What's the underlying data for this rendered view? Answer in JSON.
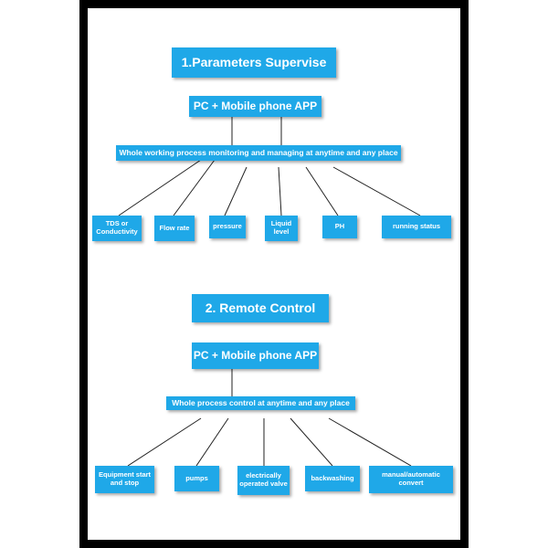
{
  "section1": {
    "title": "1.Parameters Supervise",
    "app": "PC  + Mobile phone APP",
    "bar": "Whole working process monitoring and managing at anytime and any place",
    "items": [
      "TDS or Conductivity",
      "Flow rate",
      "pressure",
      "Liquid level",
      "PH",
      "running status"
    ]
  },
  "section2": {
    "title": "2. Remote Control",
    "app": "PC  + Mobile phone APP",
    "bar": "Whole process control at anytime and any place",
    "items": [
      "Equipment start and stop",
      "pumps",
      "electrically operated valve",
      "backwashing",
      "manual/automatic convert"
    ]
  },
  "colors": {
    "box": "#1fa8e8",
    "frame": "#000000",
    "text": "#ffffff"
  }
}
